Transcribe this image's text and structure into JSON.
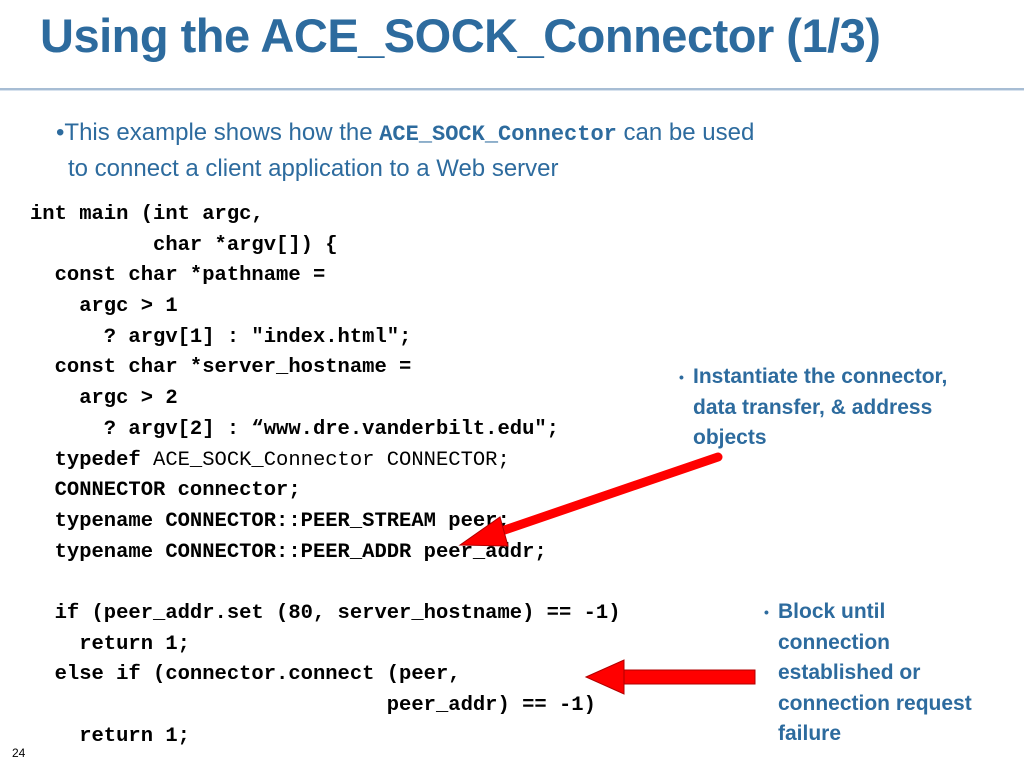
{
  "slide": {
    "title": "Using the ACE_SOCK_Connector (1/3)",
    "page_number": "24"
  },
  "intro": {
    "bullet": "•",
    "before": "This example shows how the ",
    "code": "ACE_SOCK_Connector",
    "after": " can be used",
    "line2": "to connect a client application to a Web server"
  },
  "code_lines": [
    "int main (int argc,",
    "          char *argv[]) {",
    "  const char *pathname =",
    "    argc > 1",
    "      ? argv[1] : \"index.html\";",
    "  const char *server_hostname =",
    "    argc > 2",
    "      ? argv[2] : “www.dre.vanderbilt.edu\";",
    {
      "kw": "  typedef",
      "rest": " ACE_SOCK_Connector CONNECTOR;",
      "end": ""
    },
    "  CONNECTOR connector;",
    "  typename CONNECTOR::PEER_STREAM peer;",
    "  typename CONNECTOR::PEER_ADDR peer_addr;",
    "",
    "  if (peer_addr.set (80, server_hostname) == -1)",
    "    return 1;",
    "  else if (connector.connect (peer,",
    "                             peer_addr) == -1)",
    "    return 1;"
  ],
  "notes": [
    {
      "bullet": "•",
      "lines": [
        "Instantiate the connector,",
        "data transfer, & address",
        "objects"
      ]
    },
    {
      "bullet": "•",
      "lines": [
        "Block until",
        "connection",
        "established or",
        "connection request",
        "failure"
      ]
    }
  ],
  "colors": {
    "title": "#2d6b9e",
    "text": "#2d6b9e",
    "arrow": "#ff0000",
    "code": "#000000"
  }
}
